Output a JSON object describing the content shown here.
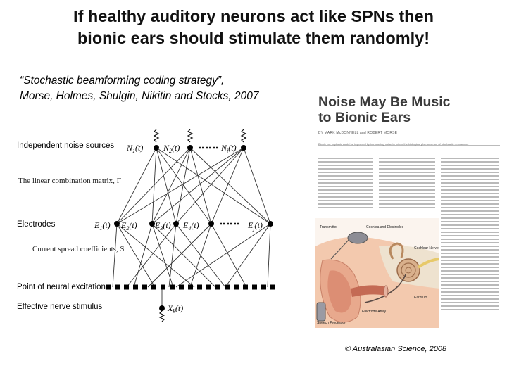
{
  "slide": {
    "title_line1": "If healthy auditory neurons act like SPNs then",
    "title_line2": "bionic ears should stimulate them randomly!",
    "reference_line1": "“Stochastic beamforming coding strategy”,",
    "reference_line2": "Morse, Holmes, Shulgin, Nikitin and Stocks, 2007"
  },
  "diagram": {
    "labels": {
      "noise_sources": "Independent noise sources",
      "linear_matrix": "The linear combination matrix,  Γ",
      "electrodes": "Electrodes",
      "current_spread": "Current spread coefficients, S",
      "neural_excitation": "Point of neural excitation",
      "nerve_stimulus": "Effective nerve stimulus"
    },
    "noise_nodes": [
      "N",
      "N",
      "N"
    ],
    "noise_subs": [
      "1",
      "2",
      "i"
    ],
    "electrode_nodes": [
      "E",
      "E",
      "E",
      "E",
      "E"
    ],
    "electrode_subs": [
      "1",
      "2",
      "3",
      "4",
      "j"
    ],
    "stimulus_node": "X",
    "stimulus_sub": "k",
    "time_arg": "(t)"
  },
  "article": {
    "title_line1": "Noise May Be Music",
    "title_line2": "to Bionic Ears",
    "byline": "BY MARK McDONNELL and ROBERT MORSE",
    "intro": "Bionic ear implants could be improved by introducing noise to mimic the biological phenomenon of stochastic resonance.",
    "figure_labels": {
      "transmitter": "Transmitter",
      "cochlea": "Cochlea and Electrodes",
      "cochlear_nerve": "Cochlear Nerve",
      "speech_processor": "Speech Processor",
      "electrode_array": "Electrode Array",
      "eardrum": "Eardrum"
    }
  },
  "credit": "© Australasian Science, 2008"
}
